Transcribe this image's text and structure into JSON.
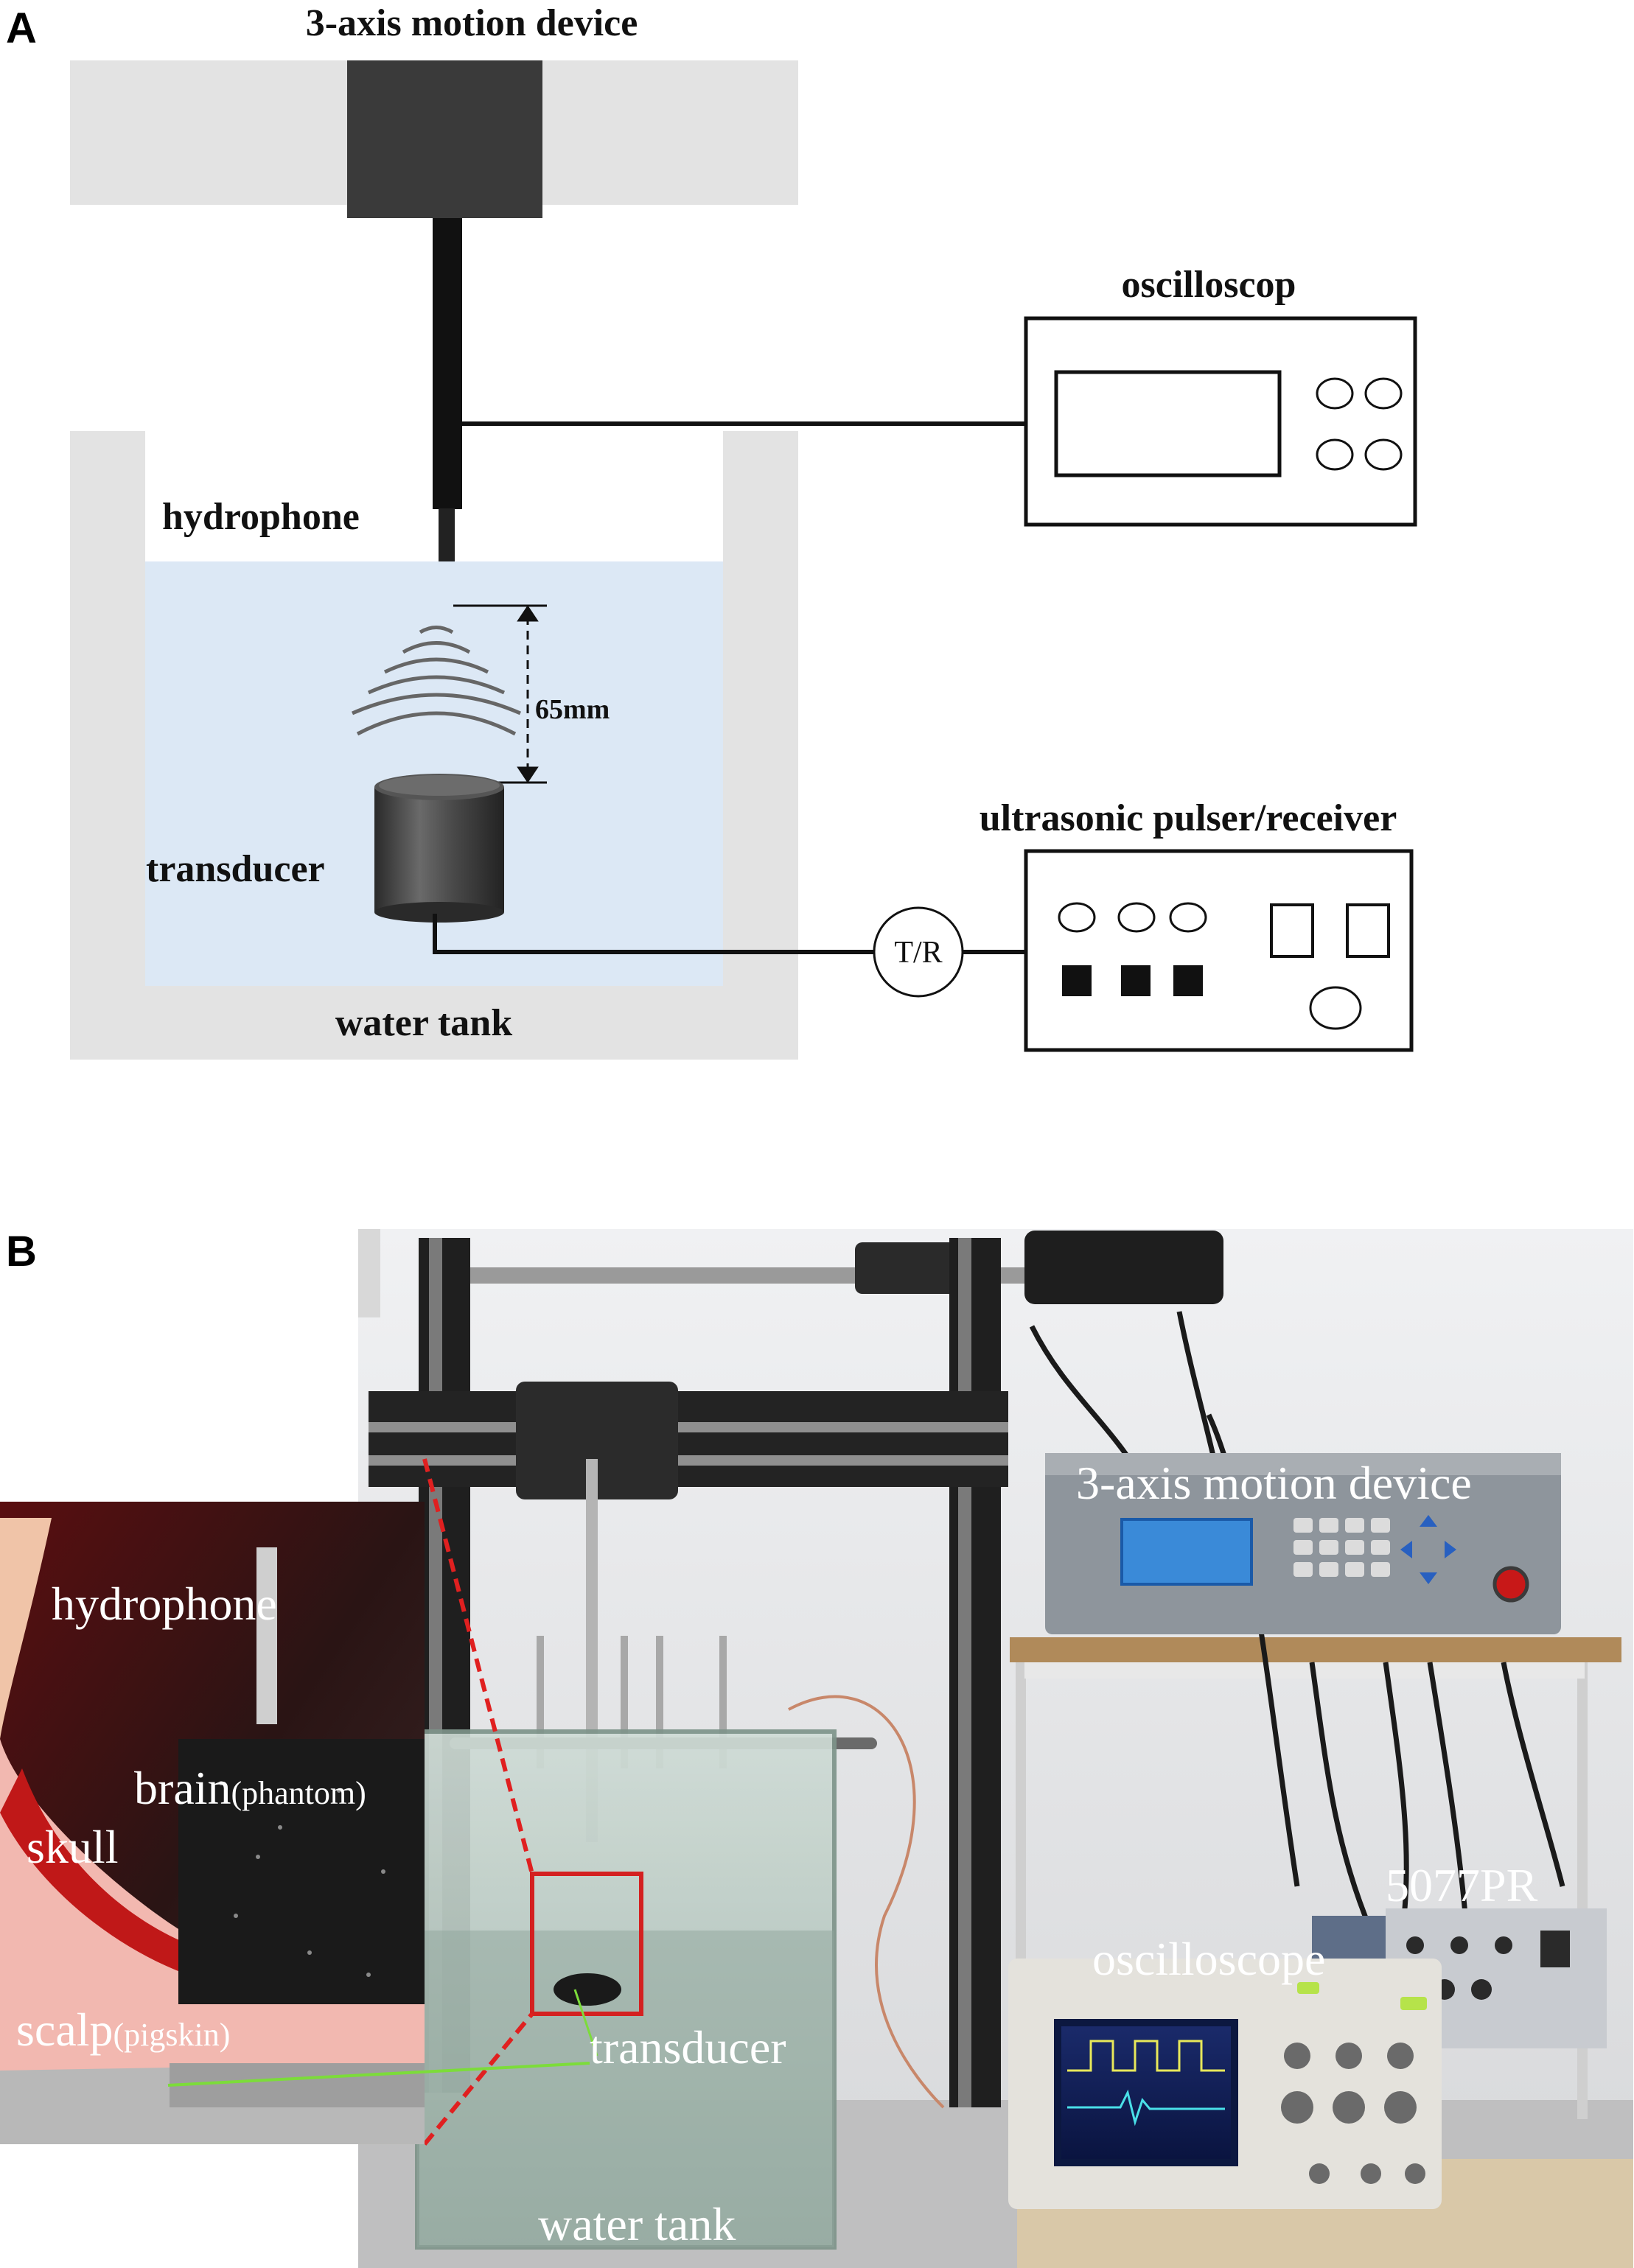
{
  "panels": {
    "a": {
      "letter": "A",
      "labels": {
        "motion_device": "3-axis motion device",
        "oscilloscope": "oscilloscop",
        "hydrophone": "hydrophone",
        "distance": "65mm",
        "transducer": "transducer",
        "pulser": "ultrasonic pulser/receiver",
        "tr_switch": "T/R",
        "water_tank": "water tank"
      },
      "colors": {
        "device_housing": "#e3e3e3",
        "motor_block": "#3a3a3a",
        "water": "#dce8f5"
      }
    },
    "b": {
      "letter": "B",
      "labels": {
        "motion_device": "3-axis motion device",
        "hydrophone": "hydrophone",
        "brain": "brain",
        "brain_sub": "(phantom)",
        "skull": "skull",
        "scalp": "scalp",
        "scalp_sub": "(pigskin)",
        "pulser_model": "5077PR",
        "oscilloscope": "oscilloscope",
        "transducer": "transducer",
        "water_tank": "water tank"
      },
      "colors": {
        "highlight_box": "#d42020",
        "zoom_line": "#e02020",
        "beam_line": "#7cdc3a"
      }
    }
  }
}
